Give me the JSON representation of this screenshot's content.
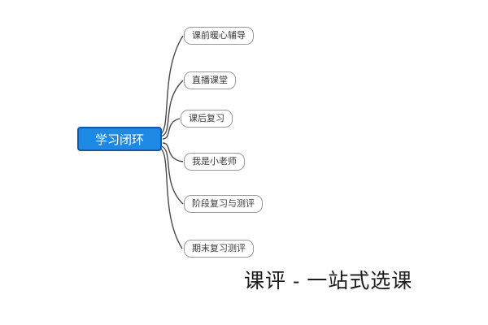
{
  "root": {
    "label": "学习闭环"
  },
  "nodes": [
    {
      "label": "课前暖心辅导"
    },
    {
      "label": "直播课堂"
    },
    {
      "label": "课后复习"
    },
    {
      "label": "我是小老师"
    },
    {
      "label": "阶段复习与测评"
    },
    {
      "label": "期末复习测评"
    }
  ],
  "caption": "课评 - 一站式选课",
  "colors": {
    "root_fill": "#1e88e5",
    "root_border": "#1059a8",
    "node_border": "#9a9a9a",
    "connector": "#4a4a4a"
  }
}
